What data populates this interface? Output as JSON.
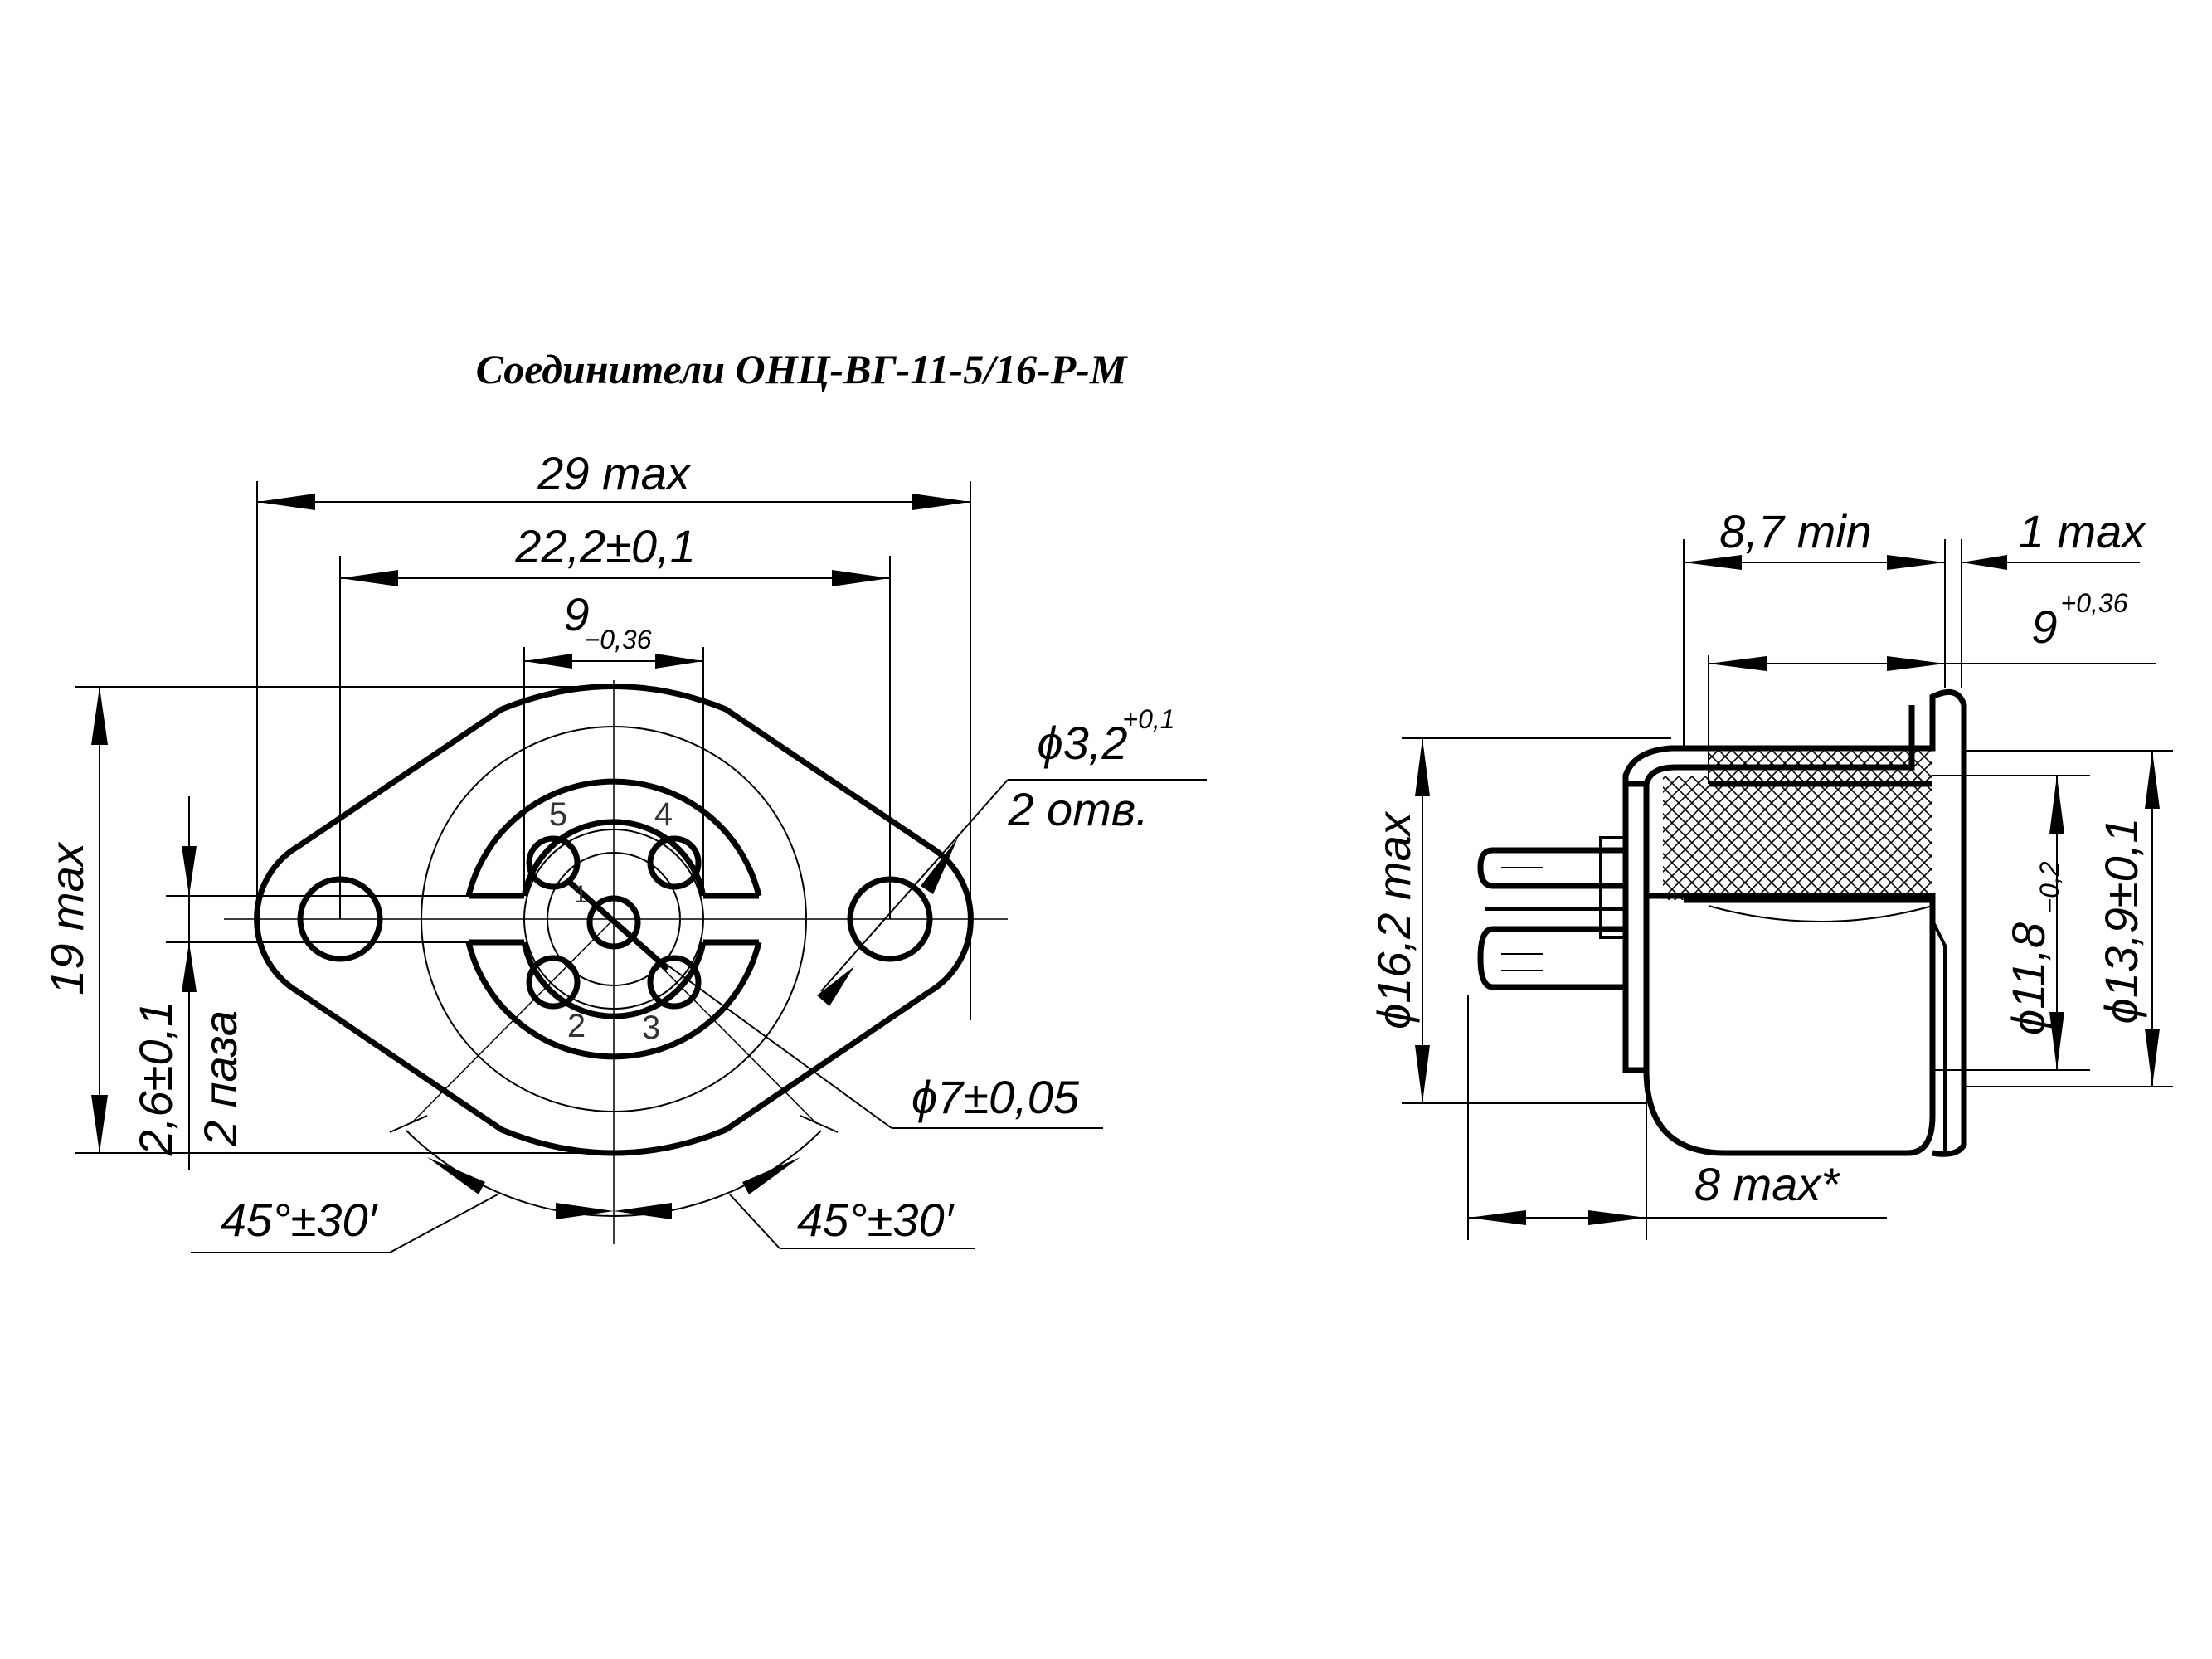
{
  "title": "Соединители ОНЦ-ВГ-11-5/16-Р-М",
  "front_view": {
    "dim_overall_width": "29 max",
    "dim_hole_spacing": "22,2±0,1",
    "dim_slot_width_main": "9",
    "dim_slot_width_tol": "−0,36",
    "dim_hole_diameter_main": "ϕ3,2",
    "dim_hole_diameter_tol": "+0,1",
    "dim_hole_count": "2 отв.",
    "dim_height": "19 max",
    "dim_slot_size": "2,6±0,1",
    "dim_slot_count": "2 паза",
    "dim_pin_circle": "ϕ7±0,05",
    "dim_angle_left": "45°±30′",
    "dim_angle_right": "45°±30′",
    "pin_labels": [
      "5",
      "4",
      "2",
      "3",
      "1"
    ]
  },
  "side_view": {
    "dim_depth_min": "8,7 min",
    "dim_flange_max": "1 max",
    "dim_depth_main": "9",
    "dim_depth_tol": "+0,36",
    "dim_outer_diameter": "ϕ16,2 max",
    "dim_inner_diameter_main": "ϕ11,8",
    "dim_inner_diameter_tol": "−0,2",
    "dim_mid_diameter": "ϕ13,9±0,1",
    "dim_terminal_length": "8 max*"
  }
}
